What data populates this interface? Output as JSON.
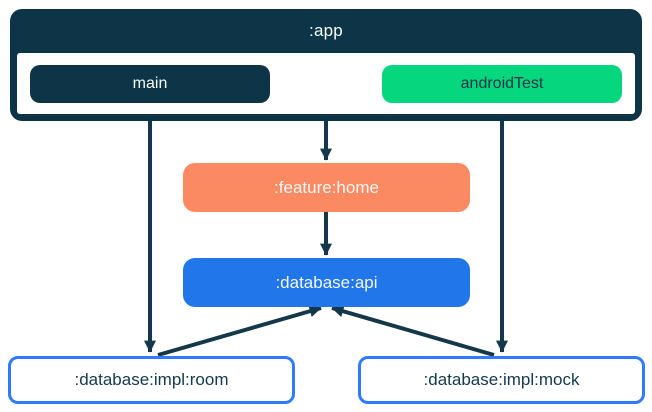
{
  "app_module": {
    "label": ":app",
    "source_sets": [
      {
        "id": "main",
        "label": "main"
      },
      {
        "id": "androidTest",
        "label": "androidTest"
      }
    ]
  },
  "modules": [
    {
      "id": "feature-home",
      "label": ":feature:home"
    },
    {
      "id": "database-api",
      "label": ":database:api"
    },
    {
      "id": "database-impl-room",
      "label": ":database:impl:room"
    },
    {
      "id": "database-impl-mock",
      "label": ":database:impl:mock"
    }
  ],
  "edges": [
    {
      "from": "main",
      "to": "database-impl-room"
    },
    {
      "from": ":app",
      "to": "feature-home"
    },
    {
      "from": "androidTest",
      "to": "database-impl-mock"
    },
    {
      "from": "feature-home",
      "to": "database-api"
    },
    {
      "from": "database-impl-room",
      "to": "database-api"
    },
    {
      "from": "database-impl-mock",
      "to": "database-api"
    }
  ],
  "colors": {
    "navy": "#0E3547",
    "green": "#06D67E",
    "coral": "#FB8A63",
    "blue": "#2176E9",
    "outline_blue": "#2E7BFF",
    "arrow": "#14374A",
    "background": "#FFFFFF"
  }
}
